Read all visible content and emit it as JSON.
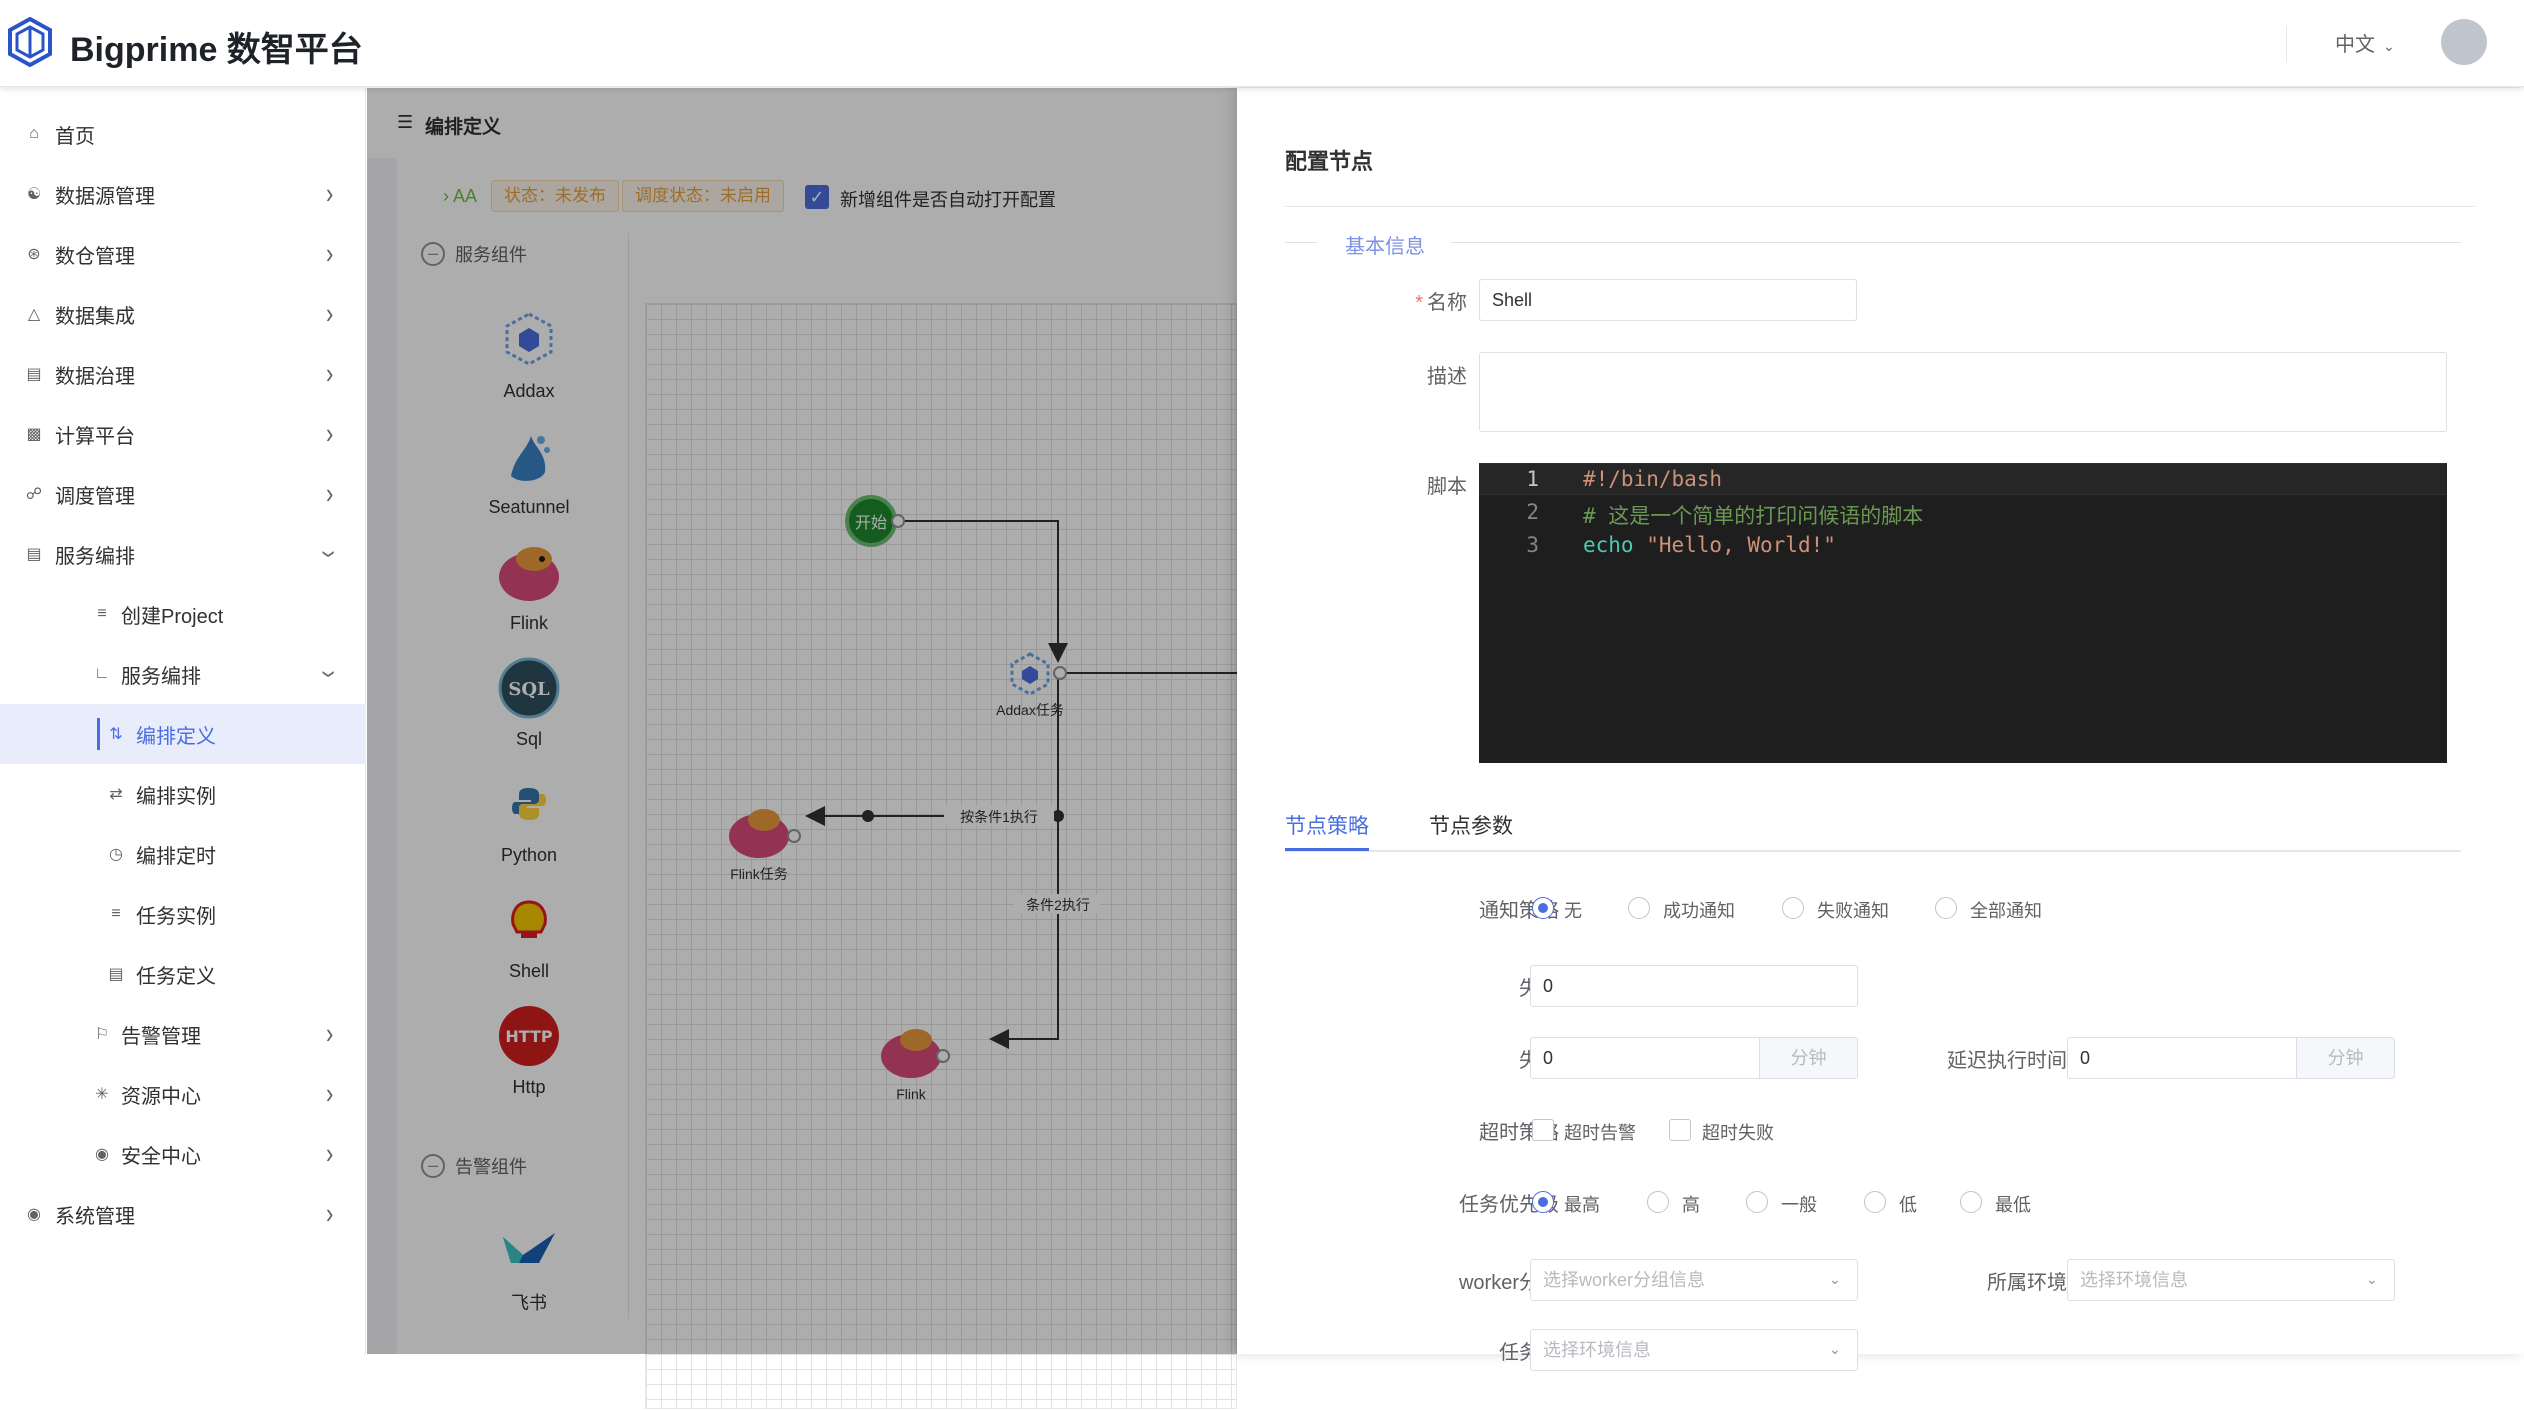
{
  "app": {
    "title": "Bigprime 数智平台",
    "language": "中文"
  },
  "sidebar": {
    "items": [
      {
        "label": "首页",
        "icon": "home-icon"
      },
      {
        "label": "数据源管理",
        "icon": "datasource-icon"
      },
      {
        "label": "数仓管理",
        "icon": "warehouse-icon"
      },
      {
        "label": "数据集成",
        "icon": "integration-icon"
      },
      {
        "label": "数据治理",
        "icon": "governance-icon"
      },
      {
        "label": "计算平台",
        "icon": "compute-icon"
      },
      {
        "label": "调度管理",
        "icon": "schedule-icon"
      },
      {
        "label": "服务编排",
        "icon": "orchestration-icon"
      },
      {
        "label": "创建Project",
        "icon": "list-icon"
      },
      {
        "label": "服务编排",
        "icon": "chart-icon"
      },
      {
        "label": "编排定义",
        "icon": "sort-icon"
      },
      {
        "label": "编排实例",
        "icon": "swap-icon"
      },
      {
        "label": "编排定时",
        "icon": "clock-icon"
      },
      {
        "label": "任务实例",
        "icon": "layers-icon"
      },
      {
        "label": "任务定义",
        "icon": "task-icon"
      },
      {
        "label": "告警管理",
        "icon": "flag-icon"
      },
      {
        "label": "资源中心",
        "icon": "resource-icon"
      },
      {
        "label": "安全中心",
        "icon": "security-icon"
      },
      {
        "label": "系统管理",
        "icon": "settings-icon"
      }
    ]
  },
  "workspace": {
    "title": "编排定义",
    "project": "AA",
    "status_tag": "状态：未发布",
    "schedule_tag": "调度状态：未启用",
    "auto_open_label": "新增组件是否自动打开配置",
    "service_group": "服务组件",
    "alert_group": "告警组件",
    "components": [
      "Addax",
      "Seatunnel",
      "Flink",
      "Sql",
      "Python",
      "Shell",
      "Http"
    ],
    "alert_components": [
      "飞书"
    ],
    "canvas": {
      "start_label": "开始",
      "addax_node": "Addax任务",
      "flink_task_node": "Flink任务",
      "flink_node": "Flink",
      "edge_cond1": "按条件1执行",
      "edge_cond2": "条件2执行"
    }
  },
  "drawer": {
    "title": "配置节点",
    "section_basic": "基本信息",
    "name_label": "名称",
    "name_value": "Shell",
    "desc_label": "描述",
    "script_label": "脚本",
    "script_lines": [
      "#!/bin/bash",
      "# 这是一个简单的打印问候语的脚本",
      "echo \"Hello, World!\""
    ],
    "line_numbers": [
      "1",
      "2",
      "3"
    ],
    "tabs": [
      "节点策略",
      "节点参数"
    ],
    "notify_label": "通知策略",
    "notify_options": [
      "无",
      "成功通知",
      "失败通知",
      "全部通知"
    ],
    "retry_count_label": "失败重试次数",
    "retry_count_value": "0",
    "retry_interval_label": "失败重试间隔",
    "retry_interval_value": "0",
    "delay_label": "延迟执行时间",
    "delay_value": "0",
    "minute_unit": "分钟",
    "timeout_label": "超时策略",
    "timeout_options": [
      "超时告警",
      "超时失败"
    ],
    "priority_label": "任务优先级",
    "priority_options": [
      "最高",
      "高",
      "一般",
      "低",
      "最低"
    ],
    "worker_label": "worker分组",
    "worker_placeholder": "选择worker分组信息",
    "env_label": "所属环境",
    "env_placeholder": "选择环境信息",
    "taskgroup_label": "任务组",
    "taskgroup_placeholder": "选择环境信息"
  }
}
